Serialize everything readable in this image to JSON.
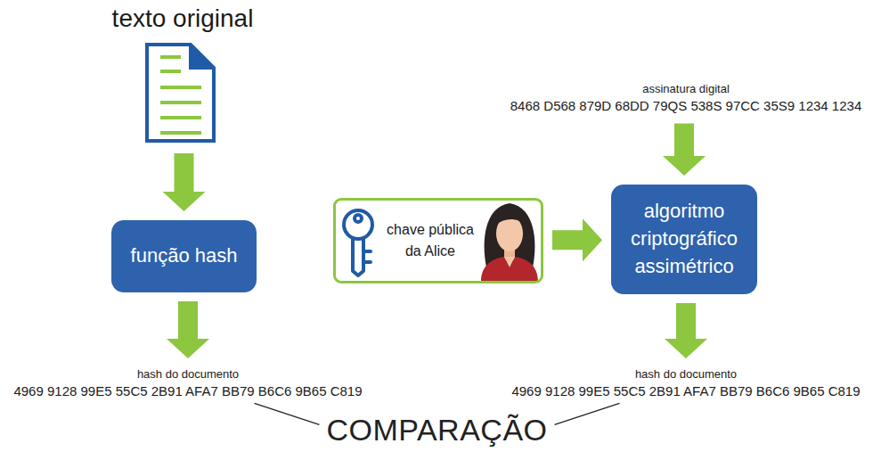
{
  "diagram": {
    "nodes": [
      {
        "text": [
          "texto original"
        ]
      },
      {
        "text": [
          "função hash"
        ]
      },
      {
        "text": [
          "hash do documento",
          "4969 9128 99E5 55C5 2B91 AFA7 BB79 B6C6 9B65 C819"
        ]
      },
      {
        "text": [
          "chave pública da Alice"
        ]
      },
      {
        "text": [
          "assinatura digital",
          "8468 D568 879D 68DD 79QS 538S 97CC 35S9 1234 1234"
        ]
      },
      {
        "text": [
          "algoritmo criptográfico assimétrico"
        ]
      },
      {
        "text": [
          "hash do documento",
          "4969 9128 99E5 55C5 2B91 AFA7 BB79 B6C6 9B65 C819"
        ]
      }
    ],
    "edges": [
      {
        "from": 0,
        "to": 1,
        "arrow": "to"
      },
      {
        "from": 1,
        "to": 2,
        "arrow": "to"
      },
      {
        "from": 3,
        "to": 5,
        "arrow": "to"
      },
      {
        "from": 4,
        "to": 5,
        "arrow": "to"
      },
      {
        "from": 5,
        "to": 6,
        "arrow": "to"
      },
      {
        "from": 2,
        "to": 6,
        "arrow": "none",
        "label": "COMPARAÇÃO"
      }
    ]
  }
}
